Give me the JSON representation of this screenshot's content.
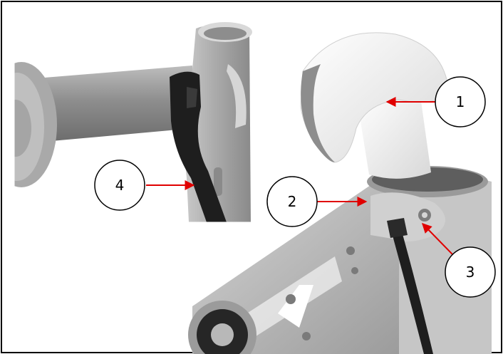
{
  "callouts": [
    {
      "id": "1",
      "label": "1"
    },
    {
      "id": "2",
      "label": "2"
    },
    {
      "id": "3",
      "label": "3"
    },
    {
      "id": "4",
      "label": "4"
    }
  ],
  "colors": {
    "border": "#000000",
    "arrow": "#e00000",
    "part_gray": "#9a9a9a",
    "part_light": "#e8e8e8",
    "strap_black": "#1e1e1e"
  }
}
